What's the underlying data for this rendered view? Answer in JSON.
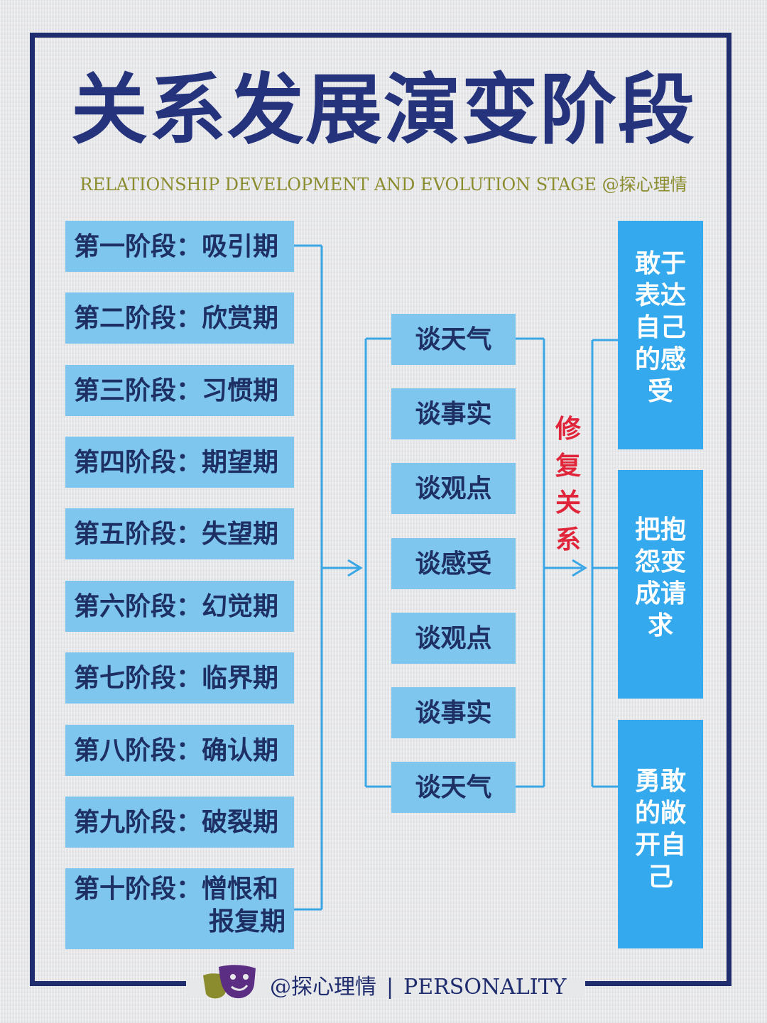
{
  "title": "关系发展演变阶段",
  "subtitle": "RELATIONSHIP DEVELOPMENT AND EVOLUTION STAGE @探心理情",
  "stages": [
    {
      "label": "第一阶段：吸引期"
    },
    {
      "label": "第二阶段：欣赏期"
    },
    {
      "label": "第三阶段：习惯期"
    },
    {
      "label": "第四阶段：期望期"
    },
    {
      "label": "第五阶段：失望期"
    },
    {
      "label": "第六阶段：幻觉期"
    },
    {
      "label": "第七阶段：临界期"
    },
    {
      "label": "第八阶段：确认期"
    },
    {
      "label": "第九阶段：破裂期"
    },
    {
      "label_line1": "第十阶段：憎恨和",
      "label_line2": "报复期"
    }
  ],
  "talks": [
    "谈天气",
    "谈事实",
    "谈观点",
    "谈感受",
    "谈观点",
    "谈事实",
    "谈天气"
  ],
  "repair_label": "修复关系",
  "results": [
    "敢于表达自己的感受",
    "把抱怨变成请求",
    "勇敢的敞开自己"
  ],
  "footer": {
    "handle": "@探心理情",
    "separator": "|",
    "brand": "PERSONALITY"
  },
  "colors": {
    "frame": "#1f2c6e",
    "title": "#24337b",
    "subtitle": "#8b8c2e",
    "stage_box": "#7fc6ee",
    "result_box": "#34a9ee",
    "connector": "#3aa6e6",
    "repair_text": "#e0253a"
  },
  "icons": [
    "theater-masks-icon",
    "arrow-right-icon"
  ]
}
